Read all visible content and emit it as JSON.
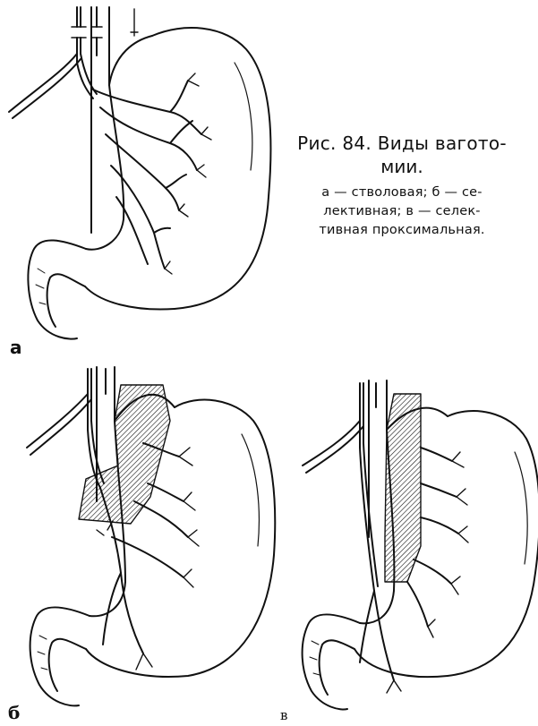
{
  "caption": {
    "title_line1": "Рис. 84. Виды вагото-",
    "title_line2": "мии.",
    "body_line1": "а — стволовая; б — се-",
    "body_line2": "лективная; в — селек-",
    "body_line3": "тивная проксимальная."
  },
  "panels": {
    "a": "а",
    "b": "б",
    "v": "в"
  },
  "colors": {
    "ink": "#111111",
    "paper": "#ffffff"
  }
}
